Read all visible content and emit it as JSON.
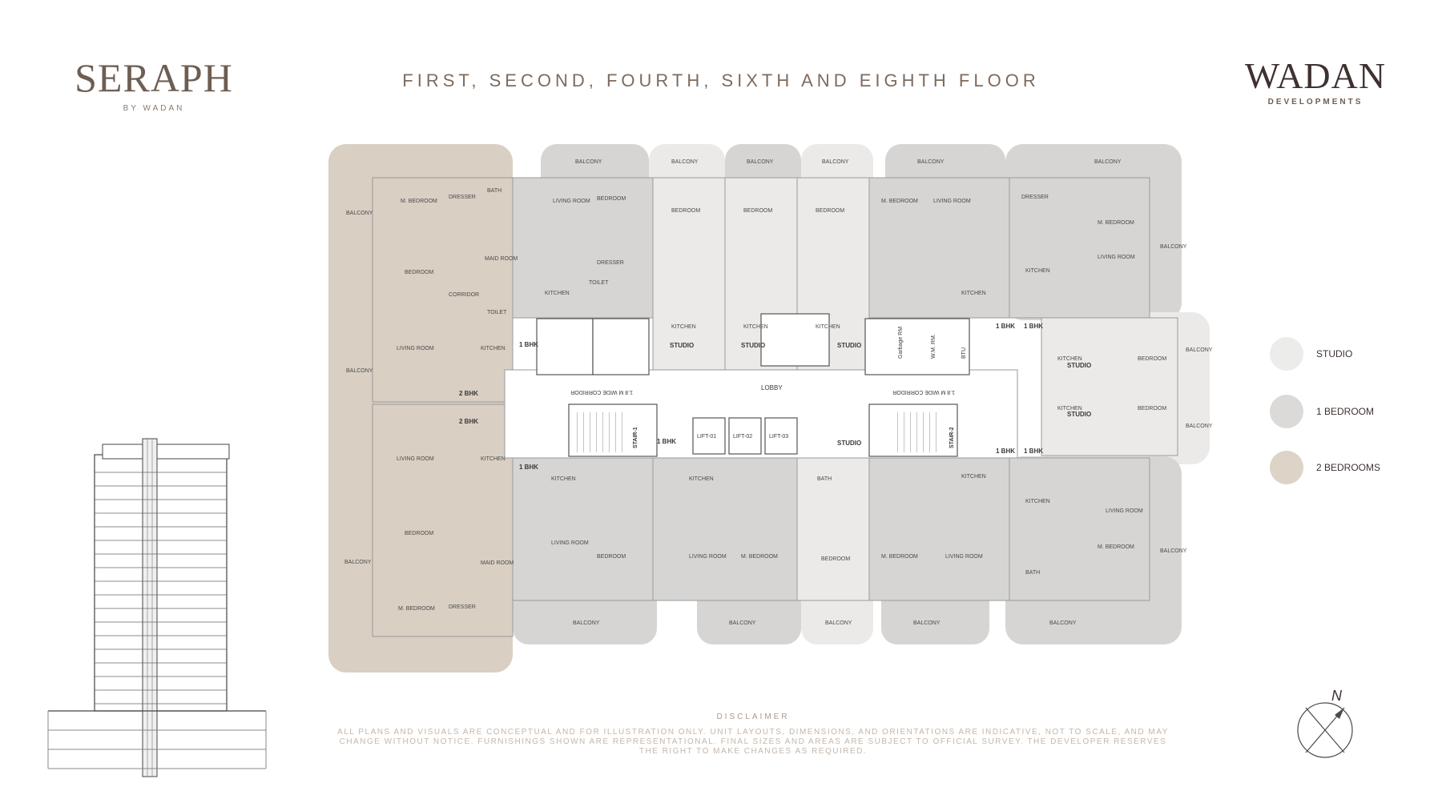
{
  "branding": {
    "project_name": "SERAPH",
    "project_sub": "BY WADAN",
    "developer_name": "WADAN",
    "developer_sub": "DEVELOPMENTS"
  },
  "title": "FIRST, SECOND, FOURTH, SIXTH AND EIGHTH FLOOR",
  "legend": [
    {
      "label": "STUDIO",
      "color": "#ececea"
    },
    {
      "label": "1 BEDROOM",
      "color": "#dcdad8"
    },
    {
      "label": "2 BEDROOMS",
      "color": "#ddd3c7"
    }
  ],
  "colors": {
    "two_bed": "#d9cfc3",
    "one_bed": "#d7d5d3",
    "studio": "#eceae8",
    "core": "#ffffff"
  },
  "plan": {
    "balcony": "BALCONY",
    "lobby": "LOBBY",
    "corridor": "1.8 M WIDE CORRIDOR",
    "stair_1": "STAIR-1",
    "stair_2": "STAIR-2",
    "lift_1": "LIFT-01",
    "lift_2": "LIFT-02",
    "lift_3": "LIFT-03",
    "garbage": "Garbage RM",
    "wm": "W.M. RM.",
    "btu": "BTU",
    "unit_1bhk": "1 BHK",
    "unit_2bhk": "2 BHK",
    "unit_studio": "STUDIO",
    "living_room": "LIVING ROOM",
    "bedroom": "BEDROOM",
    "m_bedroom": "M. BEDROOM",
    "kitchen": "KITCHEN",
    "dresser": "DRESSER",
    "bath": "BATH",
    "toilet": "TOILET",
    "corridor_room": "CORRIDOR",
    "maid_room": "MAID ROOM"
  },
  "north": "N",
  "disclaimer": {
    "heading": "DISCLAIMER",
    "text": "ALL PLANS AND VISUALS ARE CONCEPTUAL AND FOR ILLUSTRATION ONLY. UNIT LAYOUTS, DIMENSIONS, AND ORIENTATIONS ARE INDICATIVE, NOT TO SCALE, AND MAY CHANGE WITHOUT NOTICE. FURNISHINGS SHOWN ARE REPRESENTATIONAL. FINAL SIZES AND AREAS ARE SUBJECT TO OFFICIAL SURVEY. THE DEVELOPER RESERVES THE RIGHT TO MAKE CHANGES AS REQUIRED."
  }
}
